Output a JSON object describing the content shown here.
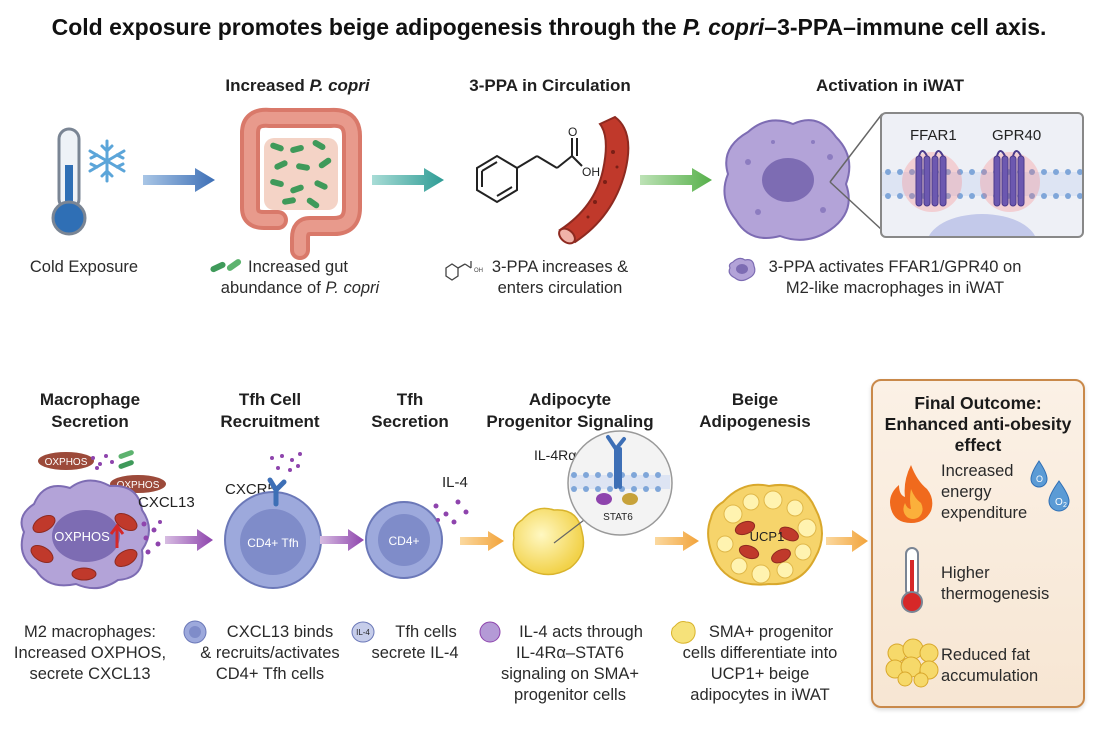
{
  "title": {
    "pre": "Cold exposure promotes beige adipogenesis through the ",
    "italic": "P. copri",
    "post": "–3-PPA–immune cell axis."
  },
  "top": {
    "cold": {
      "caption": "Cold Exposure"
    },
    "gut": {
      "heading_pre": "Increased ",
      "heading_italic": "P. copri",
      "caption_line1": "Increased gut",
      "caption_line2_pre": "abundance of ",
      "caption_line2_italic": "P. copri"
    },
    "ppa": {
      "heading": "3-PPA in Circulation",
      "oh_label": "OH",
      "o_label": "O",
      "caption_line1": "3-PPA increases &",
      "caption_line2": "enters circulation"
    },
    "iwat": {
      "heading": "Activation in iWAT",
      "receptor1": "FFAR1",
      "receptor2": "GPR40",
      "caption_line1": "3-PPA activates FFAR1/GPR40 on",
      "caption_line2": "M2-like macrophages in iWAT"
    }
  },
  "bottom": {
    "macrophage": {
      "heading_line1": "Macrophage",
      "heading_line2": "Secretion",
      "tag1": "OXPHOS",
      "tag2": "OXPHOS",
      "center": "OXPHOS",
      "secretion": "CXCL13",
      "caption_line1": "M2 macrophages:",
      "caption_line2": "Increased OXPHOS,",
      "caption_line3": "secrete CXCL13"
    },
    "tfh_recruit": {
      "heading_line1": "Tfh Cell",
      "heading_line2": "Recruitment",
      "receptor": "CXCR5",
      "center": "CD4+ Tfh",
      "caption_line1": "CXCL13 binds",
      "caption_line2": "& recruits/activates",
      "caption_line3": "CD4+ Tfh cells"
    },
    "tfh_secretion": {
      "heading_line1": "Tfh",
      "heading_line2": "Secretion",
      "secretion": "IL-4",
      "center": "CD4+",
      "icon_label": "IL-4",
      "caption_line1": "Tfh cells",
      "caption_line2": "secrete IL-4"
    },
    "progenitor": {
      "heading_line1": "Adipocyte",
      "heading_line2": "Progenitor Signaling",
      "receptor": "IL-4Rα",
      "stat": "STAT6",
      "caption_line1": "IL-4 acts through",
      "caption_line2": "IL-4Rα–STAT6",
      "caption_line3": "signaling on SMA+",
      "caption_line4": "progenitor cells"
    },
    "beige": {
      "heading_line1": "Beige",
      "heading_line2": "Adipogenesis",
      "center": "UCP1",
      "caption_line1": "SMA+ progenitor",
      "caption_line2": "cells differentiate into",
      "caption_line3": "UCP1+ beige",
      "caption_line4": "adipocytes in iWAT"
    }
  },
  "outcome": {
    "heading_line1": "Final Outcome:",
    "heading_line2": "Enhanced anti-obesity",
    "heading_line3": "effect",
    "item1_line1": "Increased",
    "item1_line2": "energy",
    "item1_line3": "expenditure",
    "o2_label_a": "O",
    "o2_label_b": "O",
    "o2_sub": "2",
    "item2_line1": "Higher",
    "item2_line2": "thermogenesis",
    "item3_line1": "Reduced fat",
    "item3_line2": "accumulation"
  },
  "colors": {
    "arrow_blue": "#3d6fb6",
    "arrow_teal": "#2e9c95",
    "arrow_green": "#56b04a",
    "arrow_purple": "#8e44ad",
    "arrow_orange": "#f2a33a",
    "panel_border": "#c9894a"
  }
}
